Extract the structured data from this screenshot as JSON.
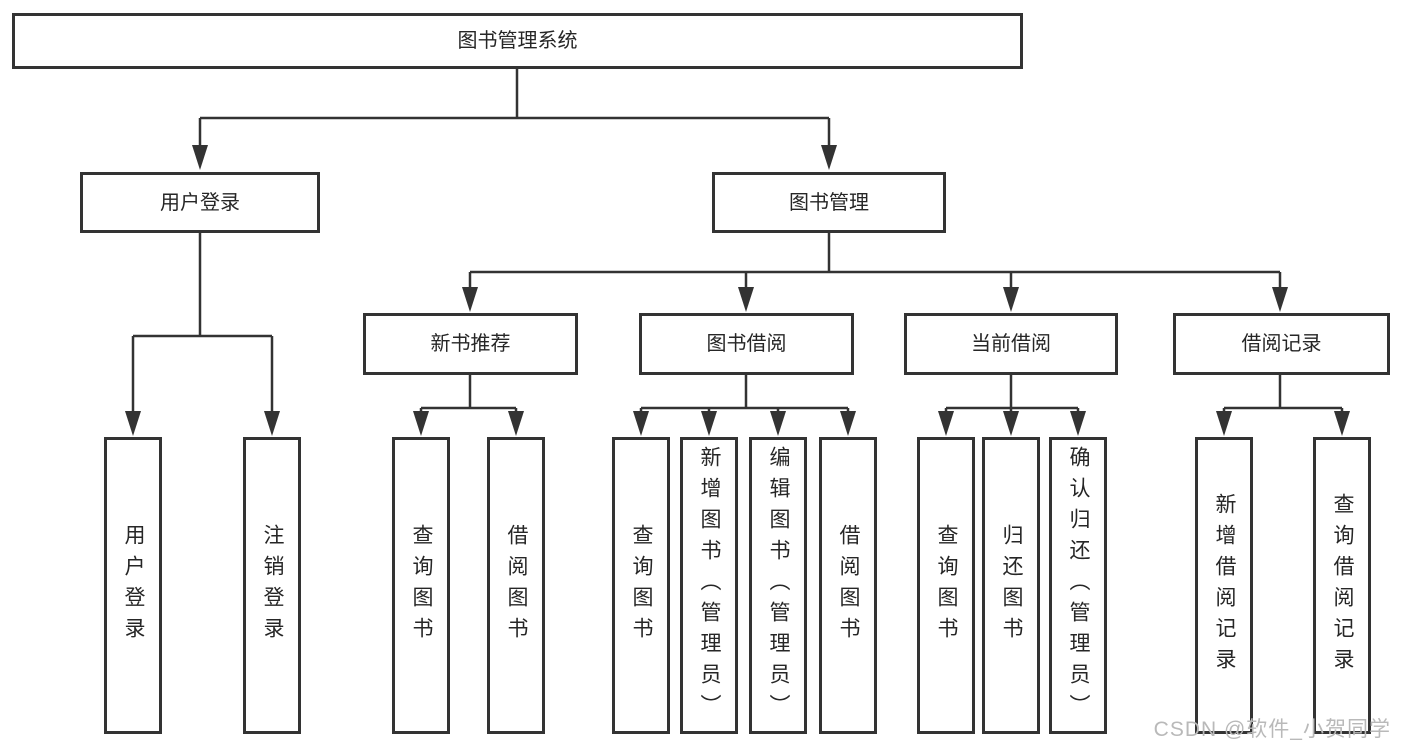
{
  "nodes": {
    "root": "图书管理系统",
    "user_login": "用户登录",
    "book_management": "图书管理",
    "new_book_recommend": "新书推荐",
    "book_borrow": "图书借阅",
    "current_borrow": "当前借阅",
    "borrow_record": "借阅记录",
    "leaf_user_login": "用户登录",
    "leaf_logout": "注销登录",
    "leaf_recommend_query_book": "查询图书",
    "leaf_recommend_borrow_book": "借阅图书",
    "leaf_borrow_query_book": "查询图书",
    "leaf_borrow_add_book": "新增图书（管理员）",
    "leaf_borrow_edit_book": "编辑图书（管理员）",
    "leaf_borrow_borrow_book": "借阅图书",
    "leaf_current_query_book": "查询图书",
    "leaf_current_return_book": "归还图书",
    "leaf_current_confirm_return": "确认归还（管理员）",
    "leaf_record_add": "新增借阅记录",
    "leaf_record_query": "查询借阅记录"
  },
  "watermark": "CSDN @软件_小贺同学",
  "colors": {
    "line": "#333333",
    "text": "#262626",
    "watermark": "#b9b9b9",
    "background": "#ffffff"
  }
}
